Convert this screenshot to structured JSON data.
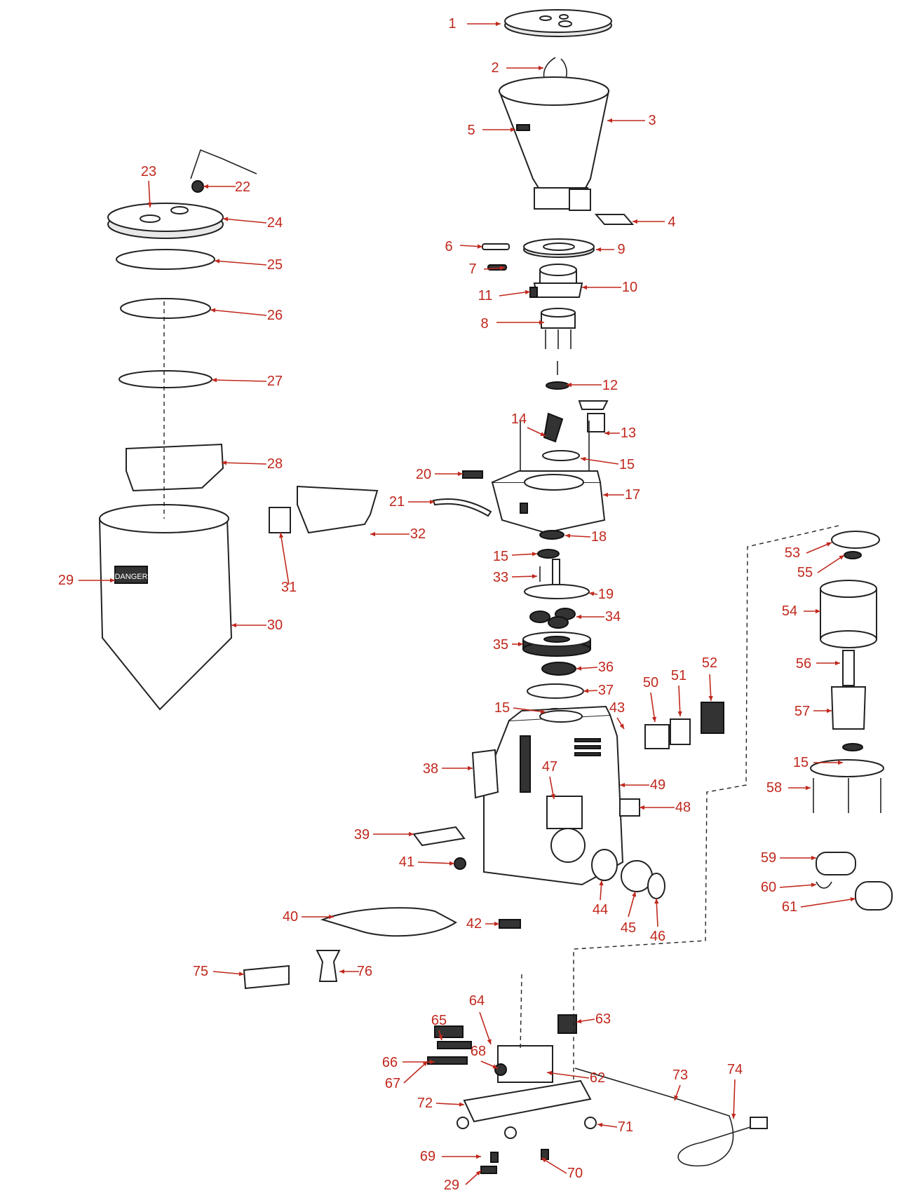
{
  "parts": {
    "p1": "1",
    "p2": "2",
    "p3": "3",
    "p4": "4",
    "p5": "5",
    "p6": "6",
    "p7": "7",
    "p8": "8",
    "p9": "9",
    "p10": "10",
    "p11": "11",
    "p12": "12",
    "p13": "13",
    "p14": "14",
    "p15a": "15",
    "p15b": "15",
    "p15c": "15",
    "p15d": "15",
    "p17": "17",
    "p18": "18",
    "p19": "19",
    "p20": "20",
    "p21": "21",
    "p22": "22",
    "p23": "23",
    "p24": "24",
    "p25": "25",
    "p26": "26",
    "p27": "27",
    "p28": "28",
    "p29a": "29",
    "p29b": "29",
    "p30": "30",
    "p31": "31",
    "p32": "32",
    "p33": "33",
    "p34": "34",
    "p35": "35",
    "p36": "36",
    "p37": "37",
    "p38": "38",
    "p39": "39",
    "p40": "40",
    "p41": "41",
    "p42": "42",
    "p43": "43",
    "p44": "44",
    "p45": "45",
    "p46": "46",
    "p47": "47",
    "p48": "48",
    "p49": "49",
    "p50": "50",
    "p51": "51",
    "p52": "52",
    "p53": "53",
    "p54": "54",
    "p55": "55",
    "p56": "56",
    "p57": "57",
    "p58": "58",
    "p59": "59",
    "p60": "60",
    "p61": "61",
    "p62": "62",
    "p63": "63",
    "p64": "64",
    "p65": "65",
    "p66": "66",
    "p67": "67",
    "p68": "68",
    "p69": "69",
    "p70": "70",
    "p71": "71",
    "p72": "72",
    "p73": "73",
    "p74": "74",
    "p75": "75",
    "p76": "76"
  },
  "decals": {
    "danger": "DANGER"
  },
  "colors": {
    "callout": "#c0281d",
    "line": "#222222"
  }
}
